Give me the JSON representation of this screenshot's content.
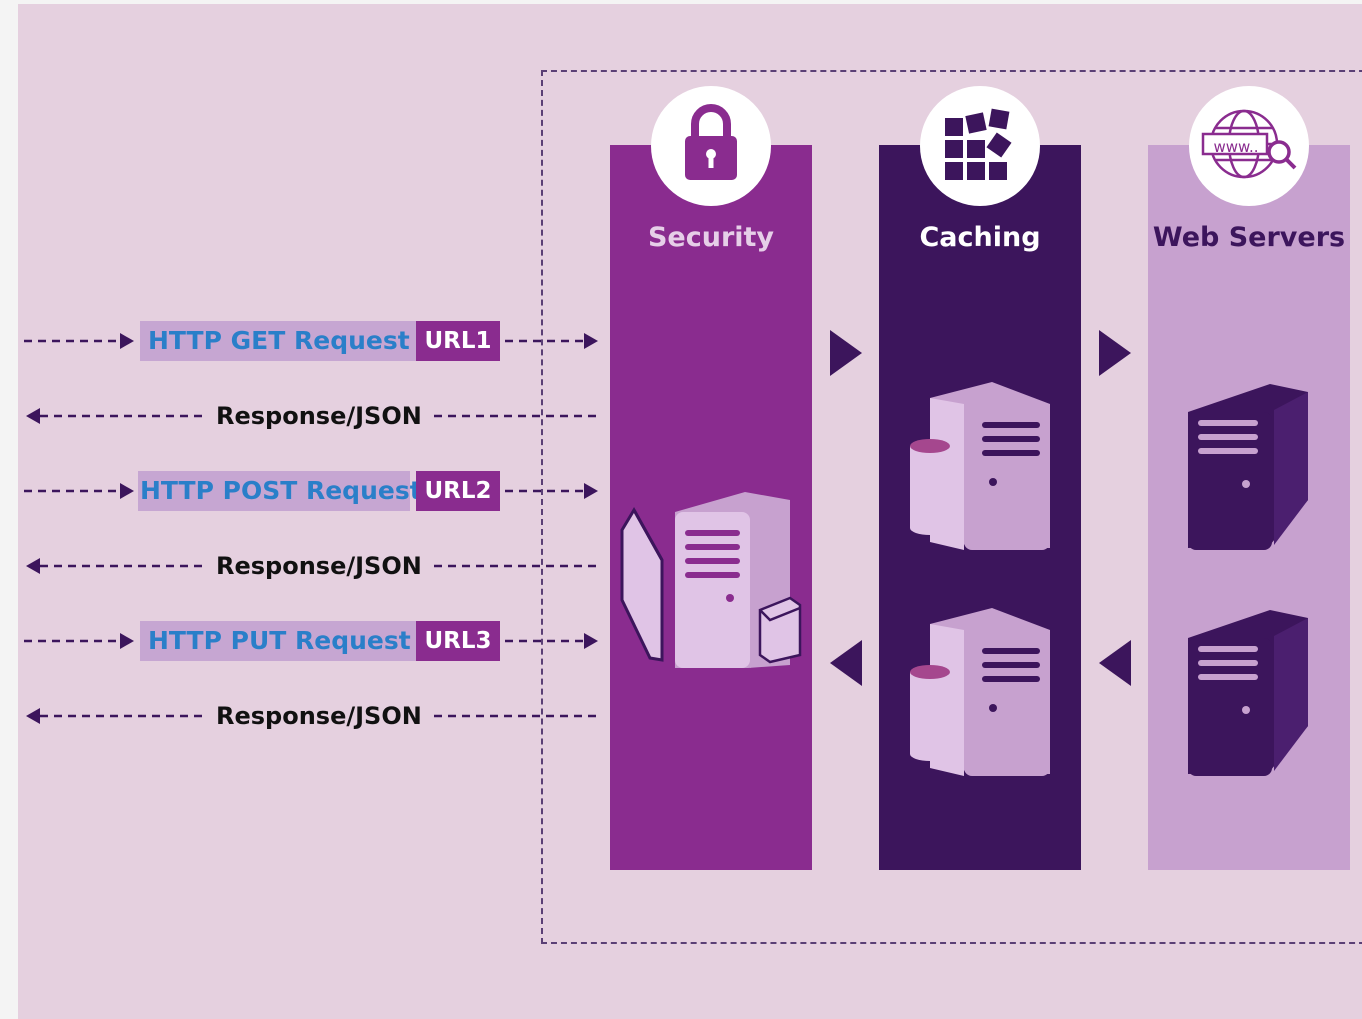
{
  "layers": [
    {
      "key": "security",
      "title": "Security",
      "icon": "lock-icon"
    },
    {
      "key": "caching",
      "title": "Caching",
      "icon": "tiles-icon"
    },
    {
      "key": "web",
      "title": "Web Servers",
      "icon": "www-globe-icon"
    }
  ],
  "requests": [
    {
      "label": "HTTP GET Request",
      "url": "URL1",
      "response": "Response/JSON"
    },
    {
      "label": "HTTP POST Request",
      "url": "URL2",
      "response": "Response/JSON"
    },
    {
      "label": "HTTP PUT Request",
      "url": "URL3",
      "response": "Response/JSON"
    }
  ],
  "globe_text": "www..",
  "colors": {
    "background": "#e5d0df",
    "security": "#8a2c8f",
    "caching": "#3c155c",
    "web_servers": "#c7a1cf",
    "request_text": "#2a7fc9",
    "arrow": "#3c155c"
  }
}
